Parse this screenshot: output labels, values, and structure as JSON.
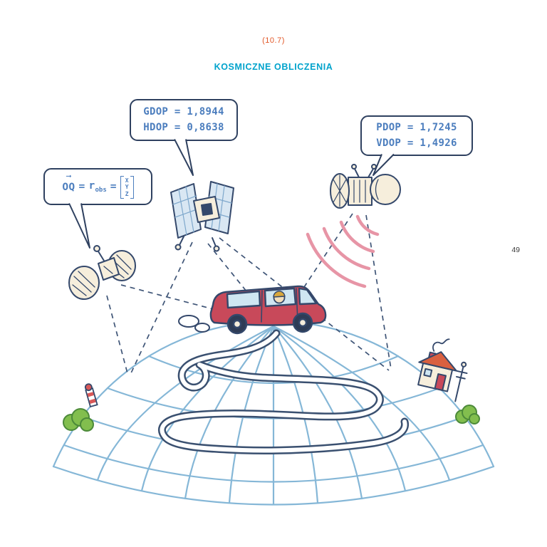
{
  "page": {
    "section_number": "(10.7)",
    "title": "KOSMICZNE OBLICZENIA",
    "page_number": "49"
  },
  "speech_bubbles": {
    "top": {
      "line1": "GDOP = 1,8944",
      "line2": "HDOP = 0,8638"
    },
    "right": {
      "line1": "PDOP = 1,7245",
      "line2": "VDOP = 1,4926"
    },
    "formula": {
      "vector_arrow": "⟶",
      "lhs": "OQ",
      "equals1": "=",
      "r_symbol": "r",
      "r_subscript": "obs",
      "equals2": "=",
      "vector_components": [
        "X",
        "Y",
        "Z"
      ]
    }
  },
  "illustration": {
    "objects": [
      "globe-wireframe",
      "winding-road",
      "gps-car",
      "satellite-left",
      "satellite-top",
      "satellite-right",
      "radio-signal-waves",
      "house-with-antenna",
      "signal-tower",
      "bush-left",
      "bush-right",
      "exhaust-clouds",
      "dashed-sightlines"
    ]
  },
  "colors": {
    "section_orange": "#E25727",
    "title_cyan": "#00A3CC",
    "handwriting_blue": "#4C7EBE",
    "outline_navy": "#34486B",
    "globe_blue": "#85B7D7",
    "road_navy": "#3A5070",
    "car_red": "#C8495A",
    "signal_pink": "#E795A6",
    "bush_green": "#82BE4E"
  }
}
